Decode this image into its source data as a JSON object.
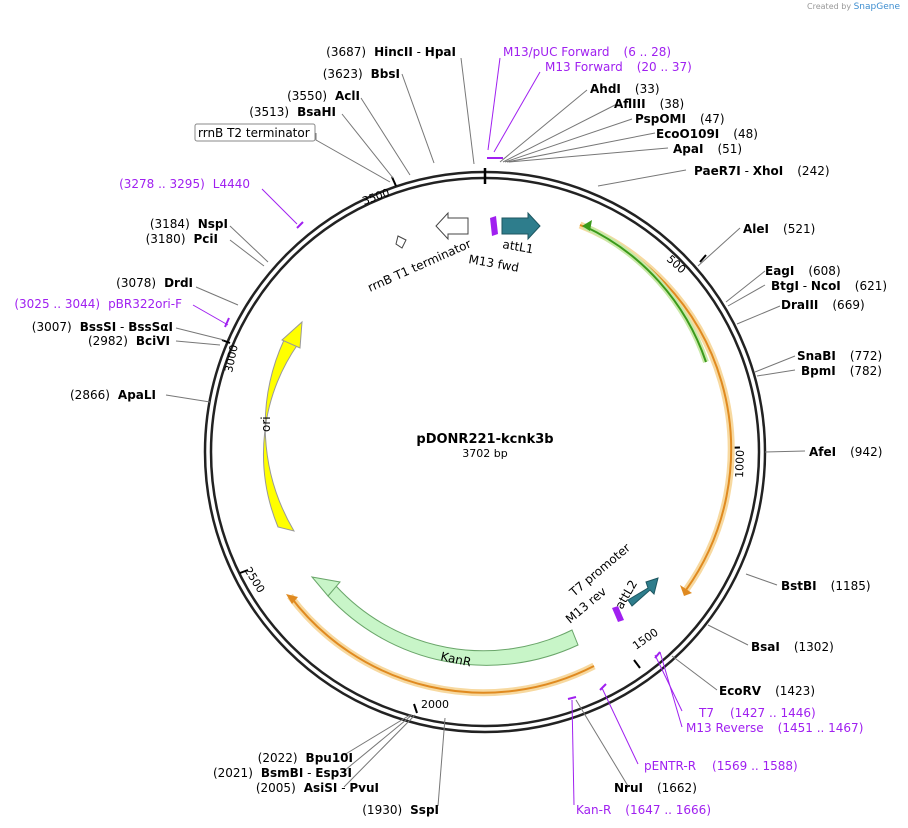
{
  "credit": {
    "prefix": "Created by",
    "brand": "SnapGene"
  },
  "plasmid": {
    "name": "pDONR221-kcnk3b",
    "length": "3702 bp"
  },
  "ticks": [
    {
      "label": "500"
    },
    {
      "label": "1000"
    },
    {
      "label": "1500"
    },
    {
      "label": "2000"
    },
    {
      "label": "2500"
    },
    {
      "label": "3000"
    },
    {
      "label": "3500"
    }
  ],
  "enzymes": [
    {
      "name": "HincII",
      "name2": "HpaI",
      "pos": "(3687)"
    },
    {
      "name": "BbsI",
      "pos": "(3623)"
    },
    {
      "name": "AclI",
      "pos": "(3550)"
    },
    {
      "name": "BsaHI",
      "pos": "(3513)"
    },
    {
      "name": "NspI",
      "pos": "(3184)"
    },
    {
      "name": "PciI",
      "pos": "(3180)"
    },
    {
      "name": "DrdI",
      "pos": "(3078)"
    },
    {
      "name": "BssSI",
      "name2": "BssSαI",
      "pos": "(3007)"
    },
    {
      "name": "BciVI",
      "pos": "(2982)"
    },
    {
      "name": "ApaLI",
      "pos": "(2866)"
    },
    {
      "name": "AhdI",
      "pos": "(33)"
    },
    {
      "name": "AflIII",
      "pos": "(38)"
    },
    {
      "name": "PspOMI",
      "pos": "(47)"
    },
    {
      "name": "EcoO109I",
      "pos": "(48)"
    },
    {
      "name": "ApaI",
      "pos": "(51)"
    },
    {
      "name": "PaeR7I",
      "name2": "XhoI",
      "pos": "(242)"
    },
    {
      "name": "AleI",
      "pos": "(521)"
    },
    {
      "name": "EagI",
      "pos": "(608)"
    },
    {
      "name": "BtgI",
      "name2": "NcoI",
      "pos": "(621)"
    },
    {
      "name": "DraIII",
      "pos": "(669)"
    },
    {
      "name": "SnaBI",
      "pos": "(772)"
    },
    {
      "name": "BpmI",
      "pos": "(782)"
    },
    {
      "name": "AfeI",
      "pos": "(942)"
    },
    {
      "name": "BstBI",
      "pos": "(1185)"
    },
    {
      "name": "BsaI",
      "pos": "(1302)"
    },
    {
      "name": "EcoRV",
      "pos": "(1423)"
    },
    {
      "name": "NruI",
      "pos": "(1662)"
    },
    {
      "name": "Bpu10I",
      "pos": "(2022)"
    },
    {
      "name": "BsmBI",
      "name2": "Esp3I",
      "pos": "(2021)"
    },
    {
      "name": "AsiSI",
      "name2": "PvuI",
      "pos": "(2005)"
    },
    {
      "name": "SspI",
      "pos": "(1930)"
    }
  ],
  "primers": [
    {
      "name": "M13/pUC Forward",
      "range": "(6 .. 28)"
    },
    {
      "name": "M13 Forward",
      "range": "(20 .. 37)"
    },
    {
      "name": "L4440",
      "range": "(3278 .. 3295)"
    },
    {
      "name": "pBR322ori-F",
      "range": "(3025 .. 3044)"
    },
    {
      "name": "T7",
      "range": "(1427 .. 1446)"
    },
    {
      "name": "M13 Reverse",
      "range": "(1451 .. 1467)"
    },
    {
      "name": "pENTR-R",
      "range": "(1569 .. 1588)"
    },
    {
      "name": "Kan-R",
      "range": "(1647 .. 1666)"
    }
  ],
  "features": {
    "rrnB_T2": "rrnB T2 terminator",
    "rrnB_T1": "rrnB T1 terminator",
    "attL1": "attL1",
    "m13fwd": "M13 fwd",
    "t7promoter": "T7 promoter",
    "m13rev": "M13 rev",
    "attL2": "attL2",
    "kanR": "KanR",
    "ori": "ori"
  },
  "colors": {
    "backbone": "#222222",
    "primer": "#a020f0",
    "attL": "#2e7d8c",
    "kanR": "#c8f5c8",
    "ori": "#ffff00",
    "insert_orange": "#f0a030",
    "insert_green": "#3a9a1a"
  }
}
